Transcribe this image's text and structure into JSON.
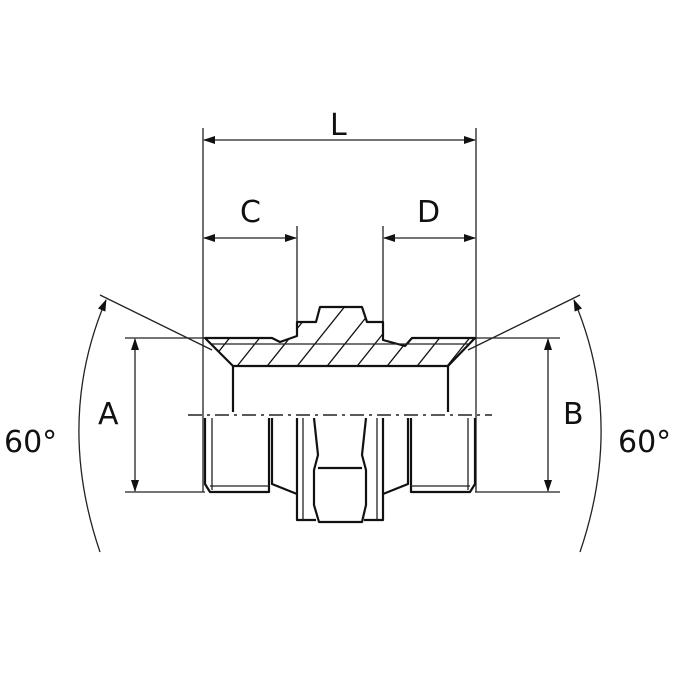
{
  "labels": {
    "length": "L",
    "left_thread_length": "C",
    "right_thread_length": "D",
    "left_diameter": "A",
    "right_diameter": "B",
    "left_angle": "60°",
    "right_angle": "60°"
  }
}
